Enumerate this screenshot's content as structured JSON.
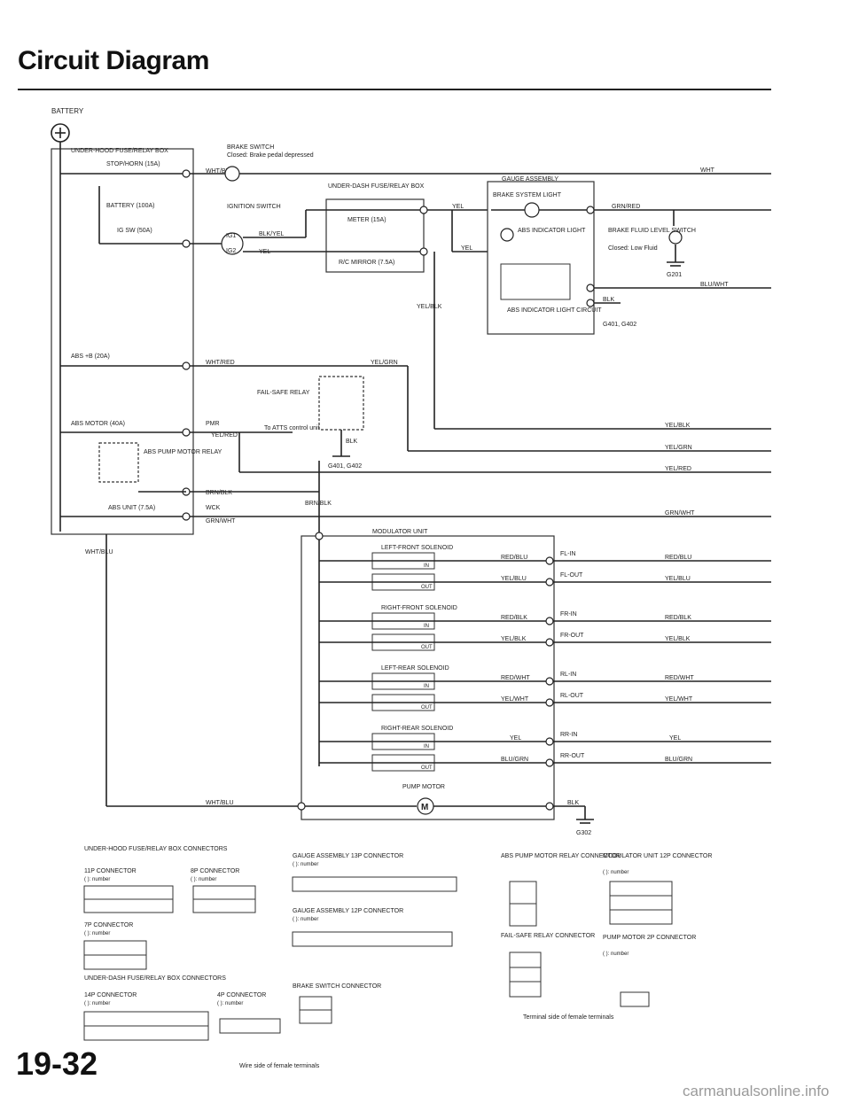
{
  "page": {
    "title": "Circuit Diagram",
    "number": "19-32",
    "watermark": "carmanualsonline.info"
  },
  "diagram": {
    "battery": "BATTERY",
    "underhood_fuse_box": "UNDER-HOOD FUSE/RELAY BOX",
    "stop_horn_fuse": "STOP/HORN (15A)",
    "battery_fuse": "BATTERY (100A)",
    "ig_switch_fuse": "IG SW (50A)",
    "abs_b_fuse": "ABS +B (20A)",
    "abs_motor_fuse": "ABS MOTOR (40A)",
    "abs_unit_fuse": "ABS UNIT (7.5A)",
    "brake_switch": "BRAKE SWITCH",
    "brake_switch_note": "Closed: Brake pedal depressed",
    "ignition_switch": "IGNITION SWITCH",
    "ig1": "IG1",
    "ig2": "IG2",
    "underdash_fuse_box": "UNDER-DASH FUSE/RELAY BOX",
    "meter_fuse": "METER (15A)",
    "mirror_fuse": "R/C MIRROR (7.5A)",
    "gauge_assembly": "GAUGE ASSEMBLY",
    "brake_system_light": "BRAKE SYSTEM LIGHT",
    "abs_indicator_light": "ABS INDICATOR LIGHT",
    "abs_indicator_circuit": "ABS INDICATOR LIGHT CIRCUIT",
    "brake_fluid_switch": "BRAKE FLUID LEVEL SWITCH",
    "brake_fluid_note": "Closed: Low Fluid",
    "fail_safe_relay": "FAIL-SAFE RELAY",
    "abs_pump_relay": "ABS PUMP MOTOR RELAY",
    "to_atts": "To ATTS control unit",
    "modulator_unit": "MODULATOR UNIT",
    "lf_solenoid": "LEFT-FRONT SOLENOID",
    "rf_solenoid": "RIGHT-FRONT SOLENOID",
    "lr_solenoid": "LEFT-REAR SOLENOID",
    "rr_solenoid": "RIGHT-REAR SOLENOID",
    "pump_motor": "PUMP MOTOR",
    "motor_symbol": "M",
    "in": "IN",
    "out": "OUT",
    "fl_in": "FL-IN",
    "fl_out": "FL-OUT",
    "fr_in": "FR-IN",
    "fr_out": "FR-OUT",
    "rl_in": "RL-IN",
    "rl_out": "RL-OUT",
    "rr_in": "RR-IN",
    "rr_out": "RR-OUT",
    "pmr": "PMR",
    "wck": "WCK",
    "ground_g201": "G201",
    "ground_g401": "G401, G402",
    "ground_g302": "G302",
    "wire_wht_blu": "WHT/BLU",
    "wire_blk_yel": "BLK/YEL",
    "wire_yel": "YEL",
    "wire_wht": "WHT",
    "wire_yel_blk": "YEL/BLK",
    "wire_wht_red": "WHT/RED",
    "wire_yel_grn": "YEL/GRN",
    "wire_yel_red": "YEL/RED",
    "wire_grn_red": "GRN/RED",
    "wire_blu_wht": "BLU/WHT",
    "wire_blk": "BLK",
    "wire_brn_blk": "BRN/BLK",
    "wire_grn_wht": "GRN/WHT",
    "wire_red_blu": "RED/BLU",
    "wire_yel_blu": "YEL/BLU",
    "wire_red_blk": "RED/BLK",
    "wire_red_wht": "RED/WHT",
    "wire_yel_wht": "YEL/WHT",
    "wire_blu_grn": "BLU/GRN",
    "wire_wht_blu_2": "WHT/BLU"
  },
  "connectors": {
    "uh_box_title": "UNDER-HOOD FUSE/RELAY BOX CONNECTORS",
    "c11p": "11P CONNECTOR",
    "c8p": "8P CONNECTOR",
    "c7p": "7P CONNECTOR",
    "ud_box_title": "UNDER-DASH FUSE/RELAY BOX CONNECTORS",
    "c14p": "14P CONNECTOR",
    "c4p": "4P CONNECTOR",
    "gauge_13p": "GAUGE ASSEMBLY 13P CONNECTOR",
    "gauge_12p": "GAUGE ASSEMBLY 12P CONNECTOR",
    "brake_sw_conn": "BRAKE SWITCH CONNECTOR",
    "pump_relay_conn": "ABS PUMP MOTOR RELAY CONNECTOR",
    "failsafe_conn": "FAIL-SAFE RELAY CONNECTOR",
    "mod_12p": "MODULATOR UNIT 12P CONNECTOR",
    "pump_2p": "PUMP MOTOR 2P CONNECTOR",
    "number_note": "( ): number",
    "female_note": "Terminal side of female terminals",
    "wire_side_note": "Wire side of female terminals"
  }
}
